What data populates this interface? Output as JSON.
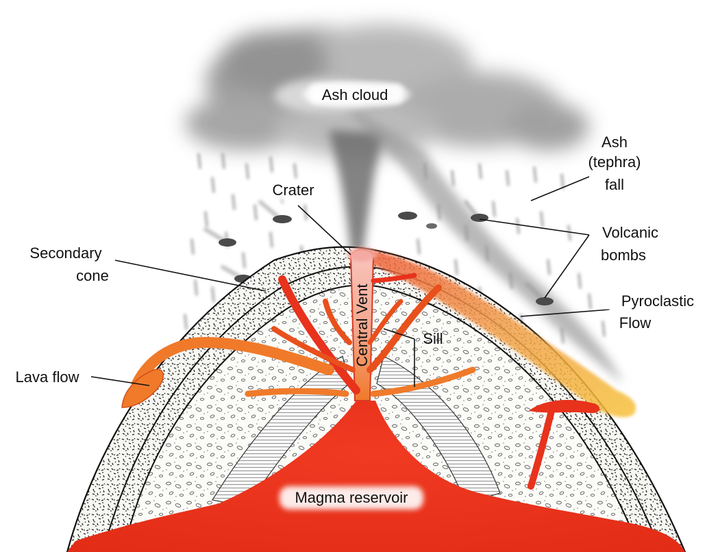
{
  "diagram": {
    "labels": {
      "ash_cloud": "Ash cloud",
      "ash_fall_1": "Ash",
      "ash_fall_2": "(tephra)",
      "ash_fall_3": "fall",
      "crater": "Crater",
      "secondary_cone_1": "Secondary",
      "secondary_cone_2": "cone",
      "volcanic_bombs_1": "Volcanic",
      "volcanic_bombs_2": "bombs",
      "pyroclastic_1": "Pyroclastic",
      "pyroclastic_2": "Flow",
      "central_vent": "Central Vent",
      "sill": "Sill",
      "lava_flow": "Lava flow",
      "magma_reservoir": "Magma reservoir"
    },
    "colors": {
      "magma": "#e8321c",
      "magma_dark": "#d42a14",
      "lava": "#f07a2a",
      "pyroclastic": "#f5c040",
      "ash_gray": "#8a8a8a",
      "rock_fill": "#f4f4f0"
    }
  }
}
